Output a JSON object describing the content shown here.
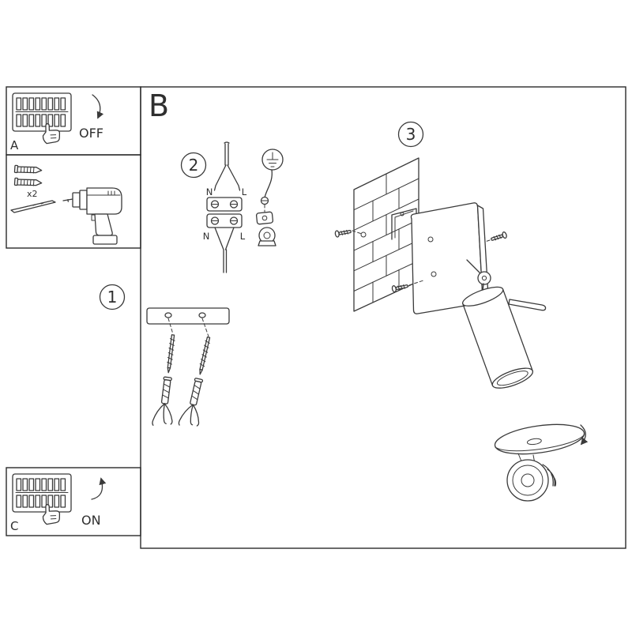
{
  "colors": {
    "ink": "#3a3a3a",
    "background": "#ffffff"
  },
  "panel_a": {
    "label": "A",
    "breaker_state": "OFF"
  },
  "tools": {
    "anchor_count": "x2"
  },
  "panel_c": {
    "label": "C",
    "breaker_state": "ON"
  },
  "section_b": {
    "label": "B"
  },
  "steps": {
    "step1": "1",
    "step2": "2",
    "step3": "3"
  },
  "wiring_labels": {
    "neutral_top": "N",
    "live_top": "L",
    "neutral_bottom": "N",
    "live_bottom": "L"
  }
}
